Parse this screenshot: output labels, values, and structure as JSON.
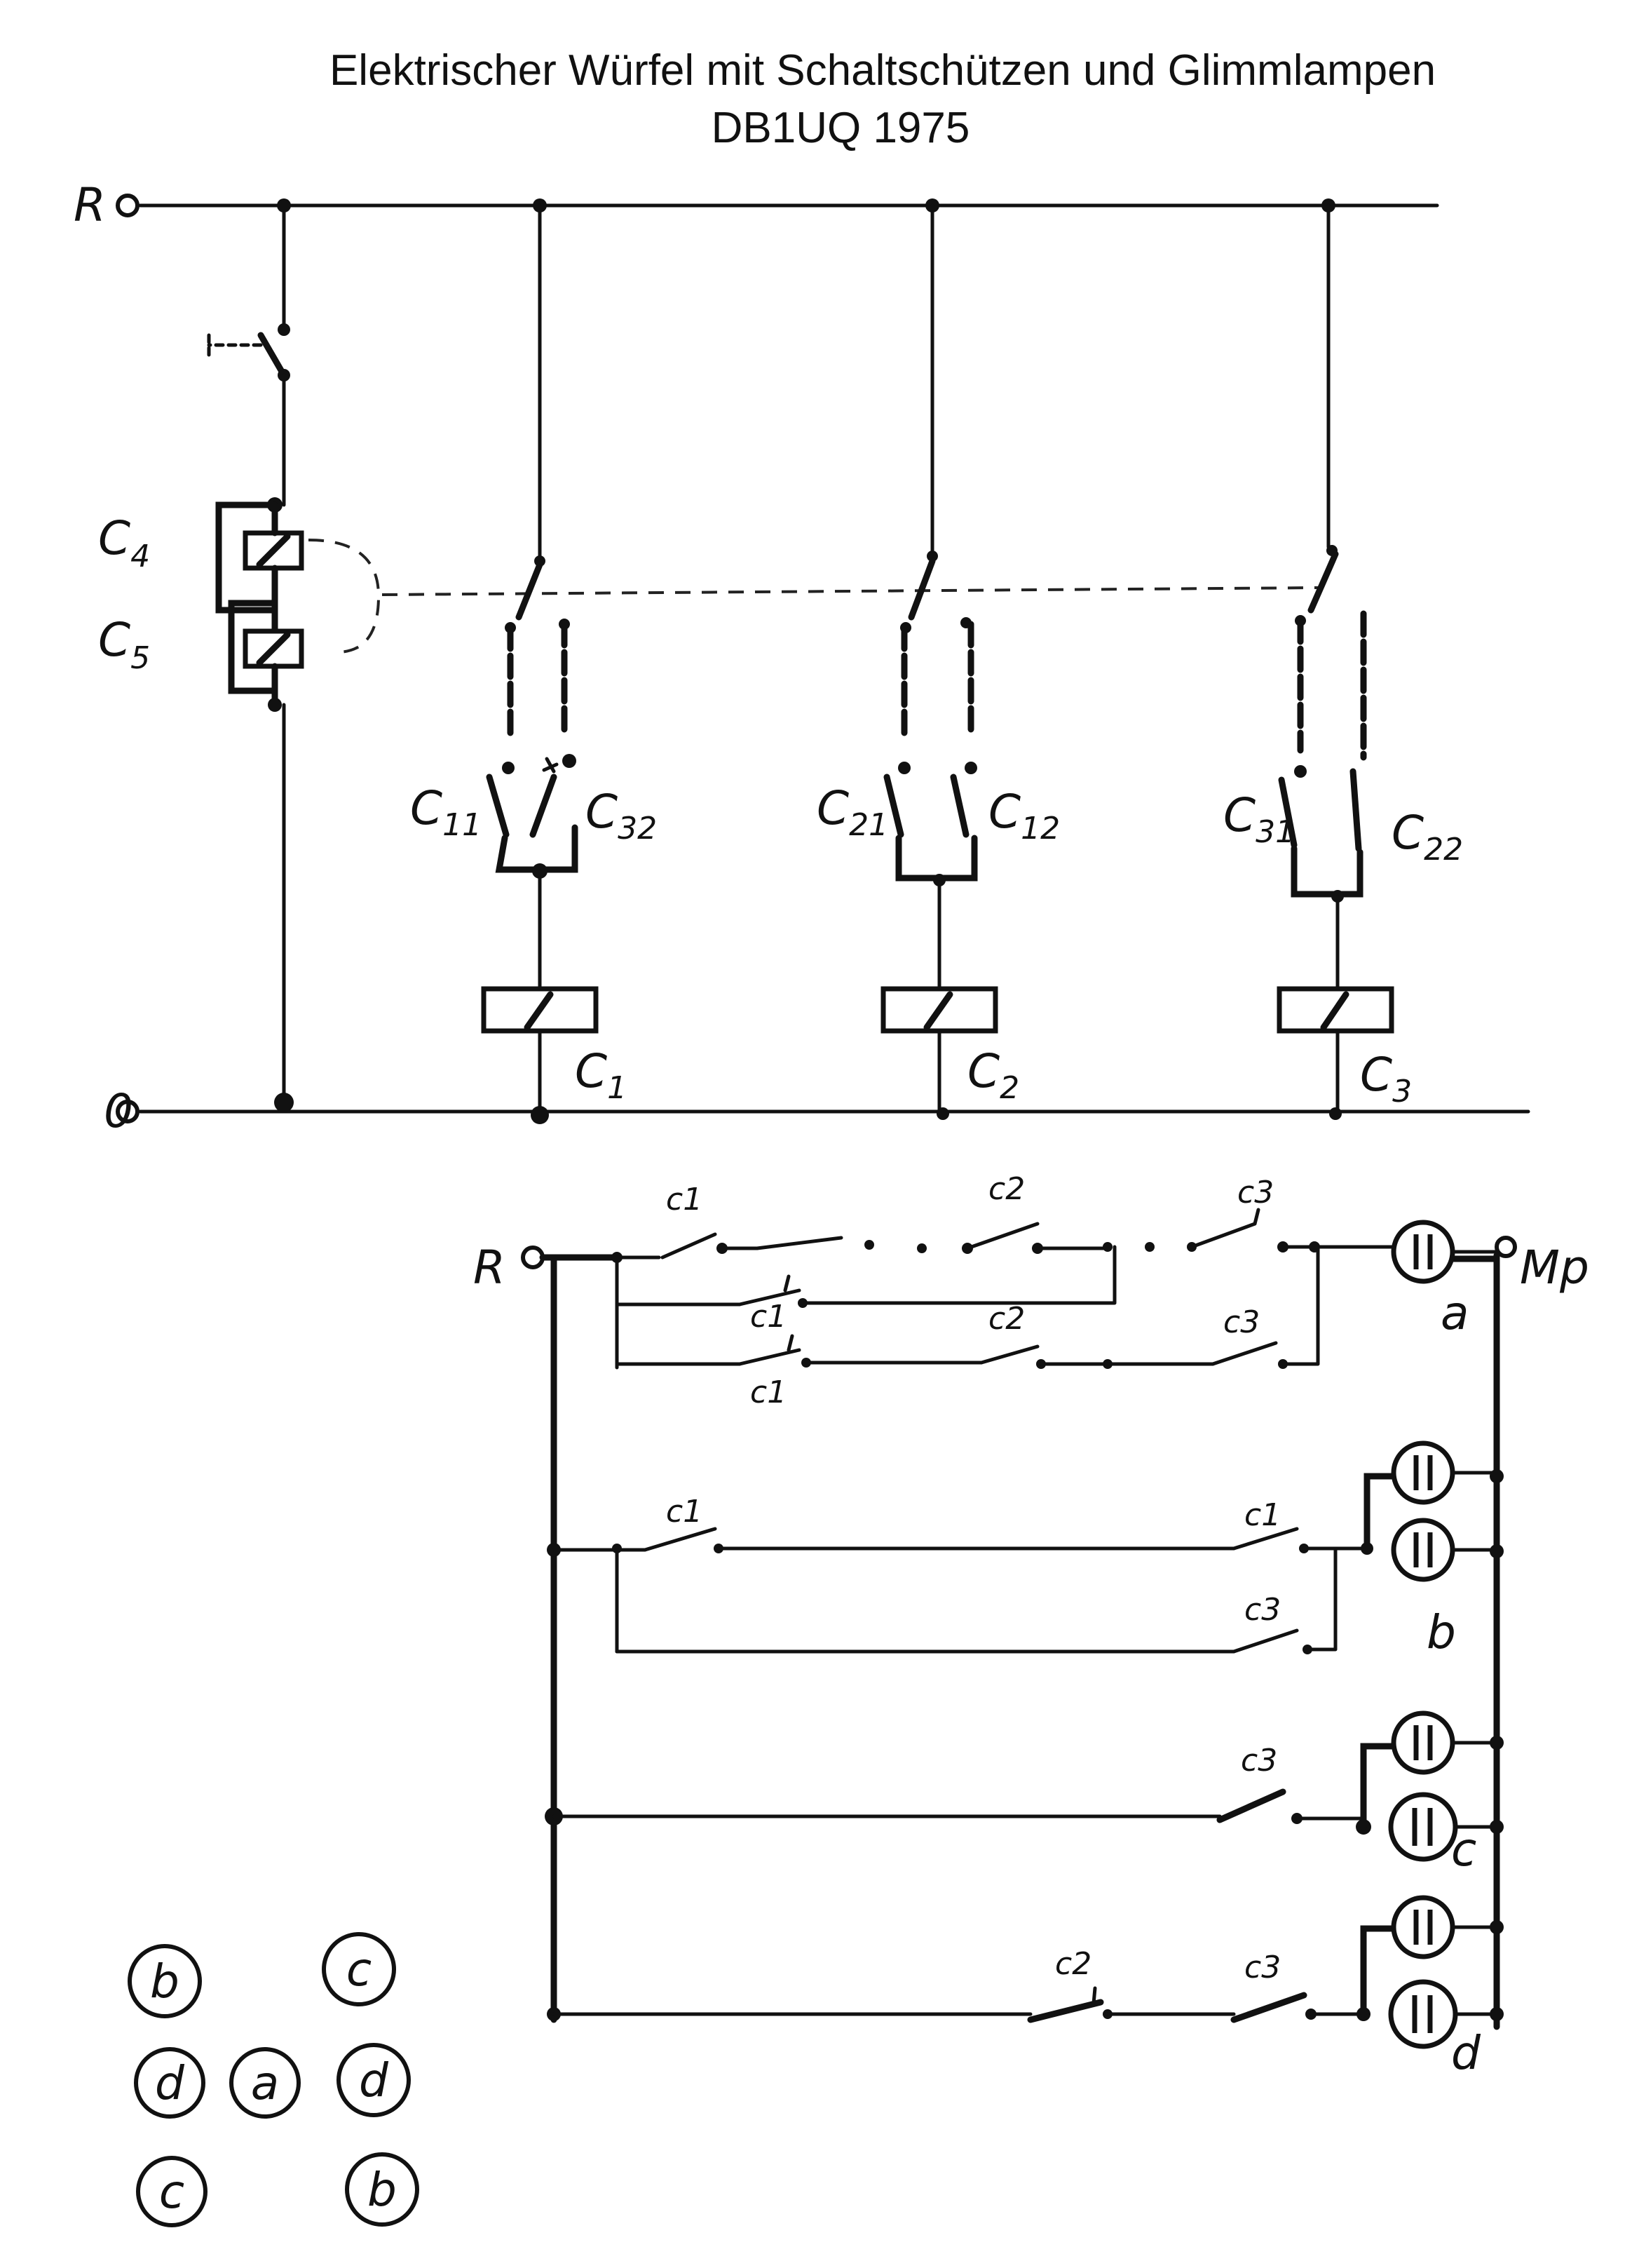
{
  "title": {
    "line1": "Elektrischer Würfel mit Schaltschützen und Glimmlampen",
    "line2": "DB1UQ 1975"
  },
  "top_circuit": {
    "rail_top_label": "R",
    "rail_bottom_label": "0",
    "relay_coil_labels": {
      "c4": "C",
      "c4_sub": "4",
      "c5": "C",
      "c5_sub": "5"
    },
    "branches": [
      {
        "left_contact": "C",
        "left_sub": "11",
        "right_contact": "C",
        "right_sub": "32",
        "coil": "C",
        "coil_sub": "1"
      },
      {
        "left_contact": "C",
        "left_sub": "21",
        "right_contact": "C",
        "right_sub": "12",
        "coil": "C",
        "coil_sub": "2"
      },
      {
        "left_contact": "C",
        "left_sub": "31",
        "right_contact": "C",
        "right_sub": "22",
        "coil": "C",
        "coil_sub": "3"
      }
    ]
  },
  "bottom_circuit": {
    "supply_label": "R",
    "return_label": "Mp",
    "contact_labels": {
      "a_row1": [
        "c1",
        "c2",
        "c3"
      ],
      "a_row2": [
        "c1"
      ],
      "a_row3": [
        "c1",
        "c2",
        "c3"
      ],
      "b_row1": [
        "c1",
        "c1"
      ],
      "b_row2": [
        "c3"
      ],
      "c_row": [
        "c3"
      ],
      "d_row": [
        "c2",
        "c3"
      ]
    },
    "lamp_groups": [
      "a",
      "b",
      "c",
      "d"
    ]
  },
  "dice_legend": {
    "rows": [
      [
        "b",
        "c"
      ],
      [
        "d",
        "a",
        "d"
      ],
      [
        "c",
        "b"
      ]
    ]
  }
}
